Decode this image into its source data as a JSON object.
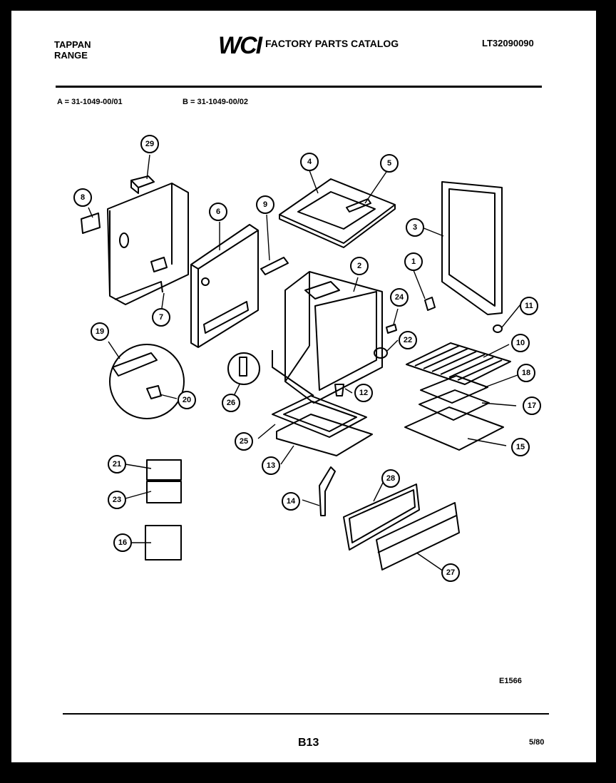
{
  "header": {
    "brand": "TAPPAN",
    "product": "RANGE",
    "logo_text": "WCI",
    "catalog_title": "FACTORY PARTS CATALOG",
    "model_number": "LT32090090"
  },
  "variants": {
    "a": "A = 31-1049-00/01",
    "b": "B = 31-1049-00/02"
  },
  "callouts": [
    {
      "id": "c29",
      "label": "29"
    },
    {
      "id": "c4",
      "label": "4"
    },
    {
      "id": "c5",
      "label": "5"
    },
    {
      "id": "c8",
      "label": "8"
    },
    {
      "id": "c6",
      "label": "6"
    },
    {
      "id": "c9",
      "label": "9"
    },
    {
      "id": "c3",
      "label": "3"
    },
    {
      "id": "c1",
      "label": "1"
    },
    {
      "id": "c2",
      "label": "2"
    },
    {
      "id": "c7",
      "label": "7"
    },
    {
      "id": "c24",
      "label": "24"
    },
    {
      "id": "c11",
      "label": "11"
    },
    {
      "id": "c19",
      "label": "19"
    },
    {
      "id": "c22",
      "label": "22"
    },
    {
      "id": "c10",
      "label": "10"
    },
    {
      "id": "c18",
      "label": "18"
    },
    {
      "id": "c12",
      "label": "12"
    },
    {
      "id": "c17",
      "label": "17"
    },
    {
      "id": "c20",
      "label": "20"
    },
    {
      "id": "c26",
      "label": "26"
    },
    {
      "id": "c25",
      "label": "25"
    },
    {
      "id": "c15",
      "label": "15"
    },
    {
      "id": "c13",
      "label": "13"
    },
    {
      "id": "c21",
      "label": "21"
    },
    {
      "id": "c28",
      "label": "28"
    },
    {
      "id": "c23",
      "label": "23"
    },
    {
      "id": "c14",
      "label": "14"
    },
    {
      "id": "c16",
      "label": "16"
    },
    {
      "id": "c27",
      "label": "27"
    }
  ],
  "footer": {
    "figure_code": "E1566",
    "page_number": "B13",
    "date": "5/80"
  }
}
